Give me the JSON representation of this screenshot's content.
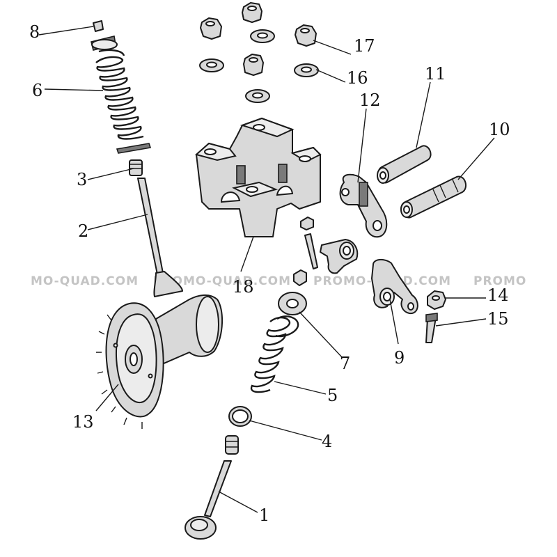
{
  "diagram": {
    "callouts": [
      {
        "id": "1",
        "label": "1"
      },
      {
        "id": "2",
        "label": "2"
      },
      {
        "id": "3",
        "label": "3"
      },
      {
        "id": "4",
        "label": "4"
      },
      {
        "id": "5",
        "label": "5"
      },
      {
        "id": "6",
        "label": "6"
      },
      {
        "id": "7",
        "label": "7"
      },
      {
        "id": "8",
        "label": "8"
      },
      {
        "id": "9",
        "label": "9"
      },
      {
        "id": "10",
        "label": "10"
      },
      {
        "id": "11",
        "label": "11"
      },
      {
        "id": "12",
        "label": "12"
      },
      {
        "id": "13",
        "label": "13"
      },
      {
        "id": "14",
        "label": "14"
      },
      {
        "id": "15",
        "label": "15"
      },
      {
        "id": "16",
        "label": "16"
      },
      {
        "id": "17",
        "label": "17"
      },
      {
        "id": "18",
        "label": "18"
      }
    ],
    "parts": [
      {
        "callout": "1",
        "icon": "intake-valve-icon"
      },
      {
        "callout": "2",
        "icon": "exhaust-valve-icon"
      },
      {
        "callout": "3",
        "icon": "valve-seal-icon"
      },
      {
        "callout": "4",
        "icon": "spring-seat-washer-icon"
      },
      {
        "callout": "5",
        "icon": "valve-spring-icon"
      },
      {
        "callout": "6",
        "icon": "valve-spring-icon"
      },
      {
        "callout": "7",
        "icon": "spring-retainer-icon"
      },
      {
        "callout": "8",
        "icon": "valve-cotter-icon"
      },
      {
        "callout": "9",
        "icon": "rocker-arm-icon"
      },
      {
        "callout": "10",
        "icon": "rocker-shaft-icon"
      },
      {
        "callout": "11",
        "icon": "rocker-shaft-icon"
      },
      {
        "callout": "12",
        "icon": "decompression-lever-icon"
      },
      {
        "callout": "13",
        "icon": "camshaft-sprocket-icon"
      },
      {
        "callout": "14",
        "icon": "lock-nut-icon"
      },
      {
        "callout": "15",
        "icon": "adjusting-screw-icon"
      },
      {
        "callout": "16",
        "icon": "washer-icon"
      },
      {
        "callout": "17",
        "icon": "hex-nut-icon"
      },
      {
        "callout": "18",
        "icon": "camshaft-holder-icon"
      }
    ],
    "watermarks": [
      "MO-QUAD.COM",
      "PROMO-QUAD.COM",
      "PROMO-QUAD.COM",
      "PROMO"
    ],
    "colors": {
      "line": "#1a1a1a",
      "fill": "#d9d9d9",
      "watermark": "#c4c4c4"
    }
  }
}
